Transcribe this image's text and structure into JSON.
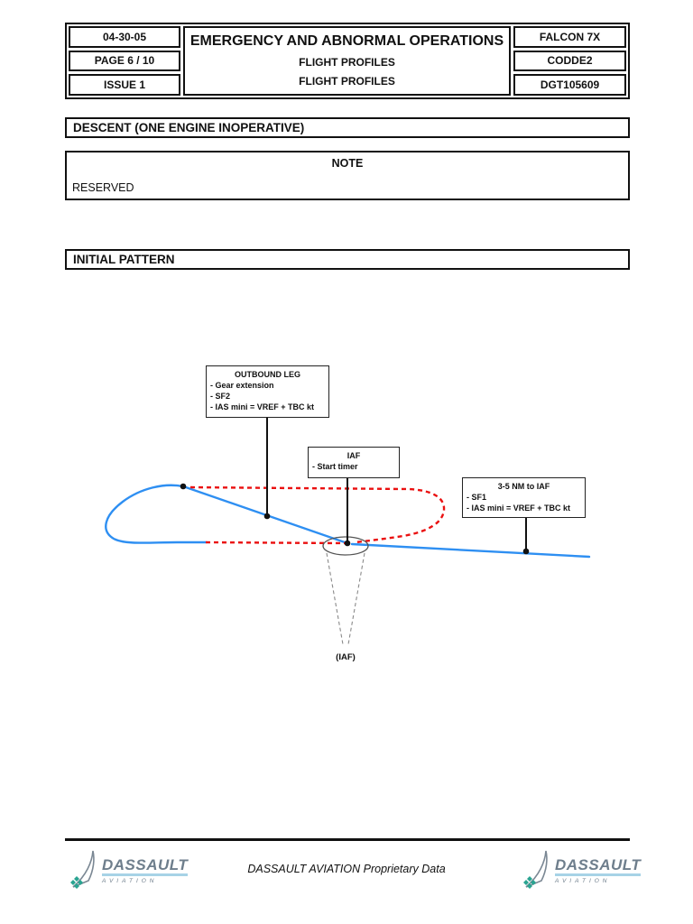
{
  "header_table": {
    "left": [
      "04-30-05",
      "PAGE 6 / 10",
      "ISSUE 1"
    ],
    "center": [
      "EMERGENCY AND ABNORMAL OPERATIONS",
      "FLIGHT PROFILES",
      "FLIGHT PROFILES"
    ],
    "right": [
      "FALCON 7X",
      "CODDE2",
      "DGT105609"
    ]
  },
  "sections": {
    "descent_title": "DESCENT (ONE ENGINE INOPERATIVE)",
    "note_label": "NOTE",
    "note_body": "RESERVED",
    "initial_pattern_title": "INITIAL PATTERN"
  },
  "diagram": {
    "outbound_box": {
      "title": "OUTBOUND LEG",
      "items": [
        "- Gear extension",
        "- SF2",
        "- IAS mini = VREF + TBC kt"
      ]
    },
    "iaf_box": {
      "title": "IAF",
      "items": [
        "- Start timer"
      ]
    },
    "inbound_box": {
      "title": "3-5 NM to IAF",
      "items": [
        "- SF1",
        "- IAS mini = VREF + TBC kt"
      ]
    },
    "iaf_ground_label": "(IAF)",
    "colors": {
      "flight_path_blue": "#2e8ff2",
      "holding_track_red": "#ea1010",
      "cone_gray": "#8a8a8a"
    }
  },
  "footer": {
    "proprietary": "DASSAULT AVIATION Proprietary Data",
    "logo_name": "DASSAULT",
    "logo_sub": "AVIATION"
  }
}
